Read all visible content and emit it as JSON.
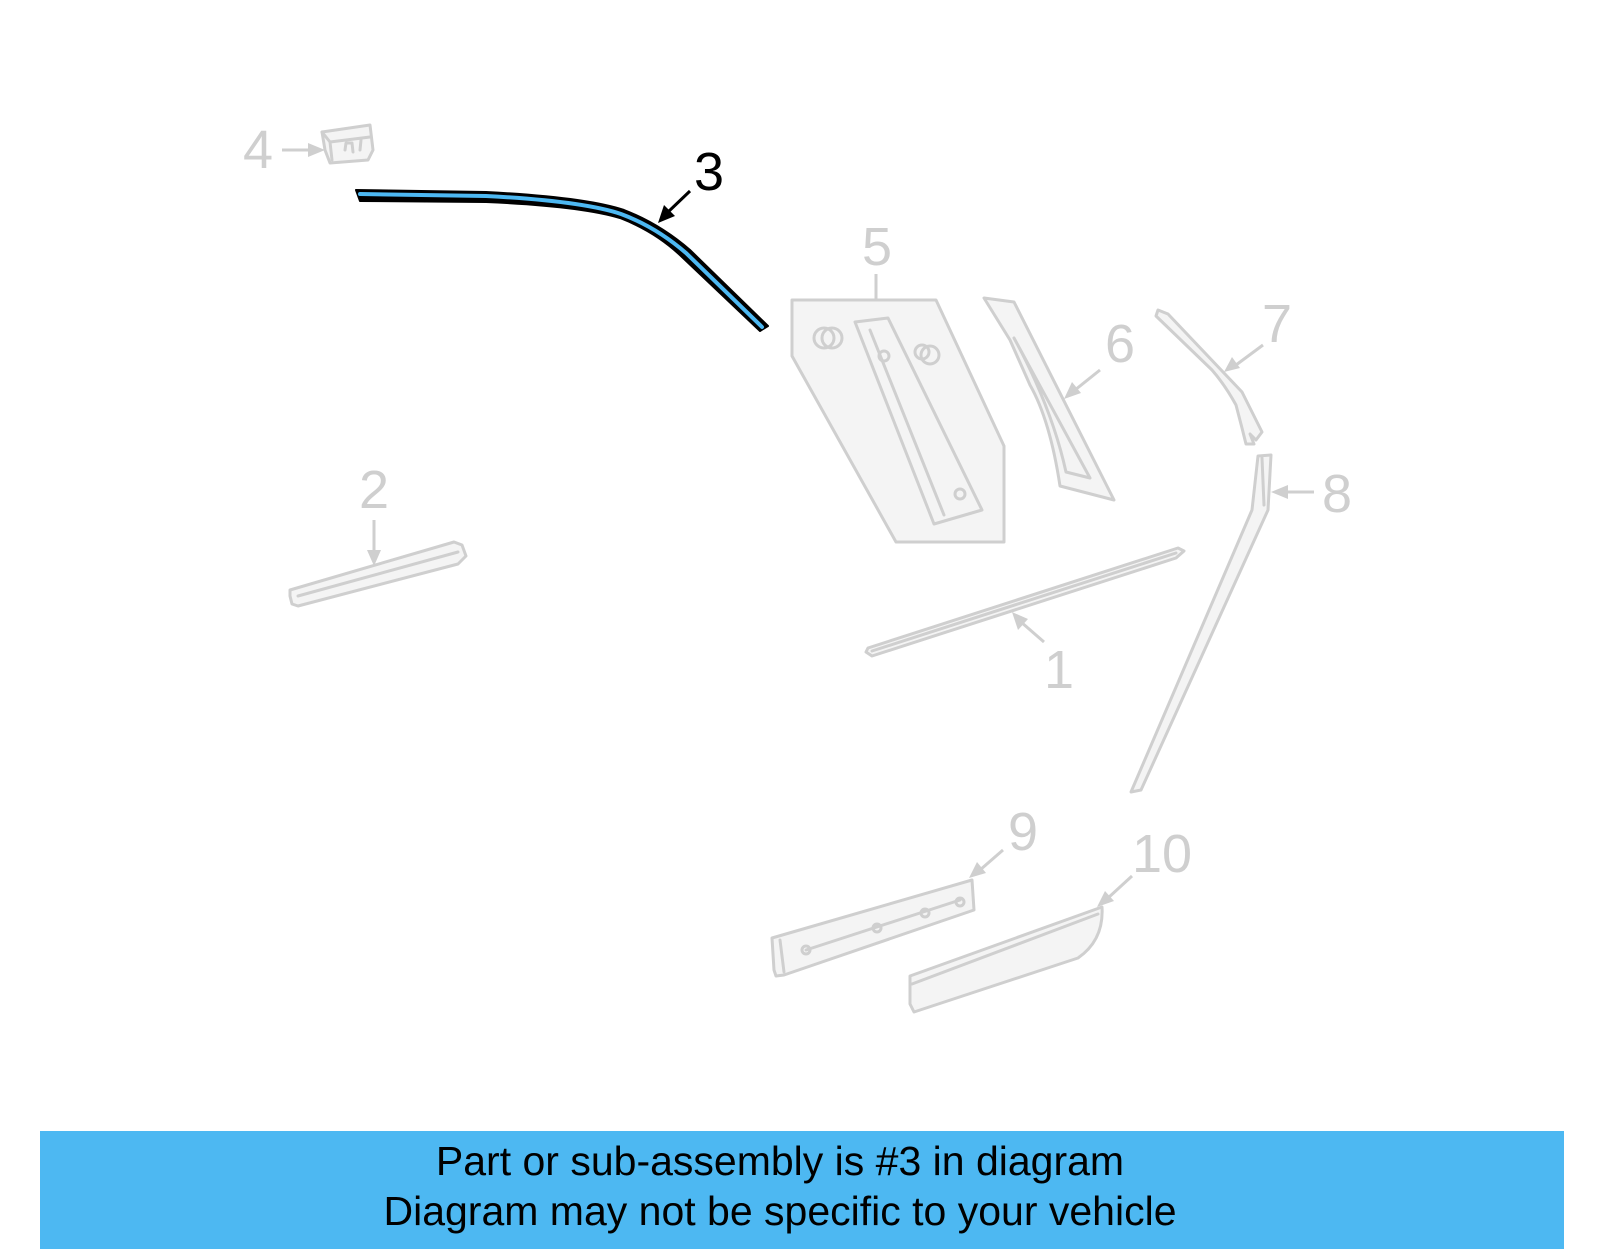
{
  "diagram": {
    "highlighted_part": "3",
    "highlight_color": "#4db8f2",
    "dim_color": "#cfcfcf",
    "callouts": {
      "c1": "1",
      "c2": "2",
      "c3": "3",
      "c4": "4",
      "c5": "5",
      "c6": "6",
      "c7": "7",
      "c8": "8",
      "c9": "9",
      "c10": "10"
    }
  },
  "banner": {
    "line1": "Part or sub-assembly is #3 in diagram",
    "line2": "Diagram may not be specific to your vehicle",
    "background": "#4db8f2"
  }
}
